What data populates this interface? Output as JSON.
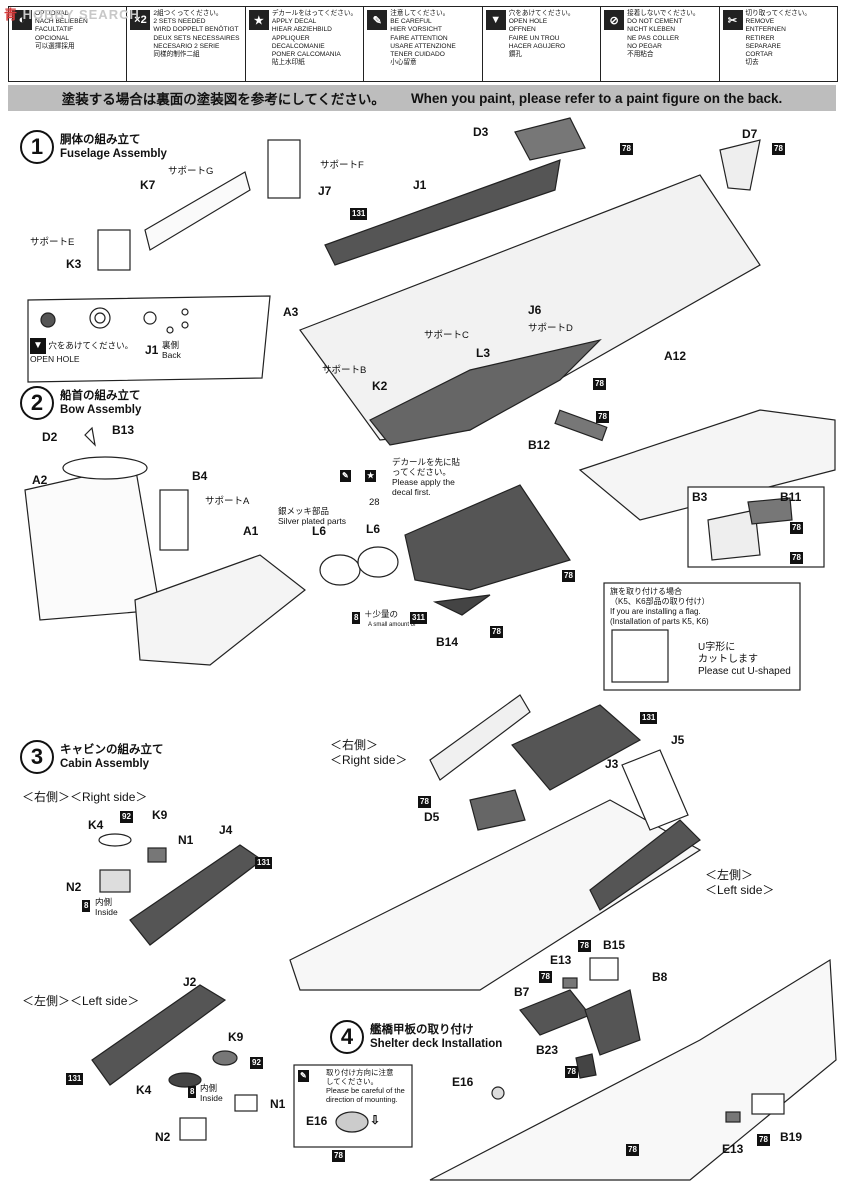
{
  "watermark": {
    "text": "HOBBY SEARCH",
    "cn": "青"
  },
  "legend": [
    {
      "icon": "optional-icon",
      "glyph": "◐",
      "text": "OPTIONAL\nNACH BELIEBEN\nFACULTATIF\nOPCIONAL\n可以選擇採用"
    },
    {
      "icon": "x2-icon",
      "glyph": "×2",
      "text": "2組つくってください。\n2 SETS NEEDED\nWIRD DOPPELT BENÖTIGT\nDEUX SETS NECESSAIRES\nNECESARIO 2 SERIE\n同樣的制作二組"
    },
    {
      "icon": "decal-star-icon",
      "glyph": "★",
      "text": "デカールをはってください。\nAPPLY DECAL\nHIEAR ABZIEHBILD\nAPPLIQUER DECALCOMANIE\nPONER CALCOMANIA\n貼上水印紙"
    },
    {
      "icon": "caution-brush-icon",
      "glyph": "✎",
      "text": "注意してください。\nBE CAREFUL\nHIER VORSICHT\nFAIRE ATTENTION\nUSARE ATTENZIONE\nTENER CUIDADO\n小心留意"
    },
    {
      "icon": "open-hole-icon",
      "glyph": "▼",
      "text": "穴をあけてください。\nOPEN HOLE\nOFFNEN\nFAIRE UN TROU\nHACER AGUJERO\n鑽孔"
    },
    {
      "icon": "no-cement-icon",
      "glyph": "⊘",
      "text": "接着しないでください。\nDO NOT CEMENT\nNICHT KLEBEN\nNE PAS COLLER\nNO PEGAR\n不用粘合"
    },
    {
      "icon": "remove-cut-icon",
      "glyph": "✂",
      "text": "切り取ってください。\nREMOVE\nENTFERNEN\nRETIRER\nSEPARARE\nCORTAR\n切去"
    }
  ],
  "banner": {
    "jp": "塗装する場合は裏面の塗装図を参考にしてください。",
    "en": "When you paint, please refer to a paint figure on the back."
  },
  "steps": {
    "s1": {
      "num": "1",
      "jp": "胴体の組み立て",
      "en": "Fuselage Assembly"
    },
    "s2": {
      "num": "2",
      "jp": "船首の組み立て",
      "en": "Bow Assembly"
    },
    "s3": {
      "num": "3",
      "jp": "キャビンの組み立て",
      "en": "Cabin Assembly"
    },
    "s4": {
      "num": "4",
      "jp": "艦橋甲板の取り付け",
      "en": "Shelter deck Installation"
    }
  },
  "parts": {
    "K7": "K7",
    "K3": "K3",
    "J7": "J7",
    "J1": "J1",
    "D3": "D3",
    "D7": "D7",
    "A3": "A3",
    "K2": "K2",
    "L3": "L3",
    "J6": "J6",
    "A12": "A12",
    "D2": "D2",
    "B13": "B13",
    "A2": "A2",
    "B4": "B4",
    "A1": "A1",
    "L6a": "L6",
    "L6b": "L6",
    "B12": "B12",
    "B3": "B3",
    "B11": "B11",
    "B14": "B14",
    "J3": "J3",
    "J5": "J5",
    "D5": "D5",
    "K4a": "K4",
    "K9a": "K9",
    "N1a": "N1",
    "J4": "J4",
    "N2a": "N2",
    "J2": "J2",
    "K9b": "K9",
    "K4b": "K4",
    "N1b": "N1",
    "N2b": "N2",
    "B15": "B15",
    "E13a": "E13",
    "B8": "B8",
    "B7": "B7",
    "B23": "B23",
    "E16a": "E16",
    "E16b": "E16",
    "E13b": "E13",
    "B19": "B19"
  },
  "supports": {
    "G": "サポートG",
    "F": "サポートF",
    "E": "サポートE",
    "C": "サポートC",
    "D": "サポートD",
    "B": "サポートB",
    "A": "サポートA"
  },
  "colors": {
    "c78": "78",
    "c131": "131",
    "c92": "92",
    "c8": "8",
    "c311": "311",
    "c28": "28"
  },
  "notes": {
    "open_hole": "穴をあけてください。\nOPEN HOLE",
    "back_jp": "裏側",
    "back_en": "Back",
    "decal_first": "デカールを先に貼\nってください。\nPlease apply the\ndecal first.",
    "silver": "銀メッキ部品\nSilver plated parts",
    "small_amount": "少量の",
    "small_amount_en": "A small amount of",
    "flag": "旗を取り付ける場合\n（K5、K6部品の取り付け）\nIf you are installing a flag.\n(Installation of parts K5, K6)",
    "u_cut": "U字形に\nカットします\nPlease cut U-shaped",
    "right_side": "＜右側＞\n＜Right side＞",
    "left_side": "＜左側＞\n＜Left side＞",
    "right_side_inline": "＜右側＞＜Right side＞",
    "left_side_inline": "＜左側＞＜Left side＞",
    "inside": "内側\nInside",
    "mounting": "取り付け方向に注意\nしてください。\nPlease be careful of the\ndirection of mounting."
  }
}
